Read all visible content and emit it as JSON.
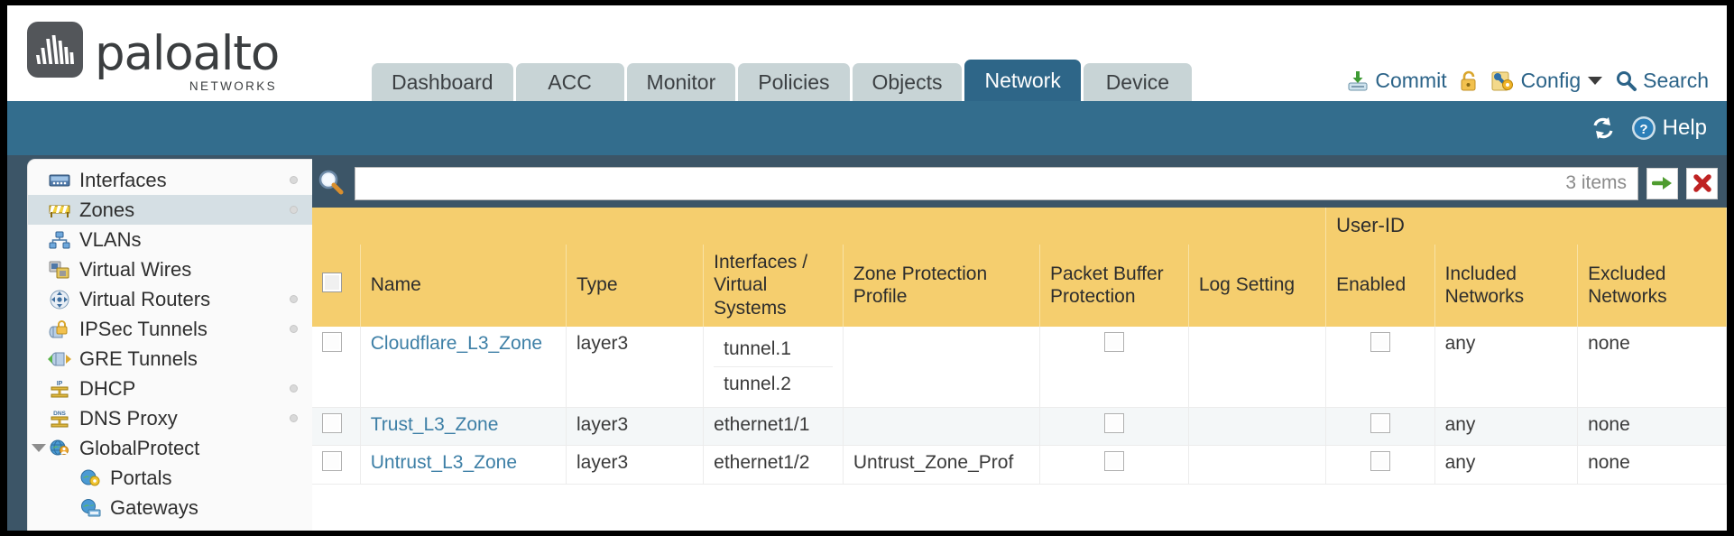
{
  "brand": {
    "name": "paloalto",
    "tagline": "NETWORKS"
  },
  "tabs": [
    {
      "label": "Dashboard",
      "active": false
    },
    {
      "label": "ACC",
      "active": false
    },
    {
      "label": "Monitor",
      "active": false
    },
    {
      "label": "Policies",
      "active": false
    },
    {
      "label": "Objects",
      "active": false
    },
    {
      "label": "Network",
      "active": true
    },
    {
      "label": "Device",
      "active": false
    }
  ],
  "header_tools": {
    "commit": "Commit",
    "lock": "",
    "config": "Config",
    "search": "Search"
  },
  "bluebar": {
    "help": "Help",
    "refresh": ""
  },
  "sidebar": {
    "items": [
      {
        "label": "Interfaces",
        "icon": "interfaces-icon",
        "selected": false,
        "dot": true,
        "child": false,
        "twisty": false
      },
      {
        "label": "Zones",
        "icon": "zones-icon",
        "selected": true,
        "dot": true,
        "child": false,
        "twisty": false
      },
      {
        "label": "VLANs",
        "icon": "vlans-icon",
        "selected": false,
        "dot": false,
        "child": false,
        "twisty": false
      },
      {
        "label": "Virtual Wires",
        "icon": "virtual-wires-icon",
        "selected": false,
        "dot": false,
        "child": false,
        "twisty": false
      },
      {
        "label": "Virtual Routers",
        "icon": "virtual-routers-icon",
        "selected": false,
        "dot": true,
        "child": false,
        "twisty": false
      },
      {
        "label": "IPSec Tunnels",
        "icon": "ipsec-tunnels-icon",
        "selected": false,
        "dot": true,
        "child": false,
        "twisty": false
      },
      {
        "label": "GRE Tunnels",
        "icon": "gre-tunnels-icon",
        "selected": false,
        "dot": false,
        "child": false,
        "twisty": false
      },
      {
        "label": "DHCP",
        "icon": "dhcp-icon",
        "selected": false,
        "dot": true,
        "child": false,
        "twisty": false
      },
      {
        "label": "DNS Proxy",
        "icon": "dns-proxy-icon",
        "selected": false,
        "dot": true,
        "child": false,
        "twisty": false
      },
      {
        "label": "GlobalProtect",
        "icon": "globalprotect-icon",
        "selected": false,
        "dot": false,
        "child": false,
        "twisty": true
      },
      {
        "label": "Portals",
        "icon": "portals-icon",
        "selected": false,
        "dot": false,
        "child": true,
        "twisty": false
      },
      {
        "label": "Gateways",
        "icon": "gateways-icon",
        "selected": false,
        "dot": false,
        "child": true,
        "twisty": false
      }
    ]
  },
  "search": {
    "value": "",
    "placeholder": "",
    "items_count": "3 items",
    "apply_icon": "green-arrow-icon",
    "clear_icon": "red-x-icon"
  },
  "table": {
    "group_header": "User-ID",
    "columns": [
      "Name",
      "Type",
      "Interfaces / Virtual Systems",
      "Zone Protection Profile",
      "Packet Buffer Protection",
      "Log Setting",
      "Enabled",
      "Included Networks",
      "Excluded Networks"
    ],
    "rows": [
      {
        "name": "Cloudflare_L3_Zone",
        "type": "layer3",
        "interfaces": [
          "tunnel.1",
          "tunnel.2"
        ],
        "zone_protection_profile": "",
        "packet_buffer_protection": false,
        "log_setting": "",
        "userid_enabled": false,
        "included_networks": "any",
        "excluded_networks": "none"
      },
      {
        "name": "Trust_L3_Zone",
        "type": "layer3",
        "interfaces": [
          "ethernet1/1"
        ],
        "zone_protection_profile": "",
        "packet_buffer_protection": false,
        "log_setting": "",
        "userid_enabled": false,
        "included_networks": "any",
        "excluded_networks": "none"
      },
      {
        "name": "Untrust_L3_Zone",
        "type": "layer3",
        "interfaces": [
          "ethernet1/2"
        ],
        "zone_protection_profile": "Untrust_Zone_Prof",
        "packet_buffer_protection": false,
        "log_setting": "",
        "userid_enabled": false,
        "included_networks": "any",
        "excluded_networks": "none"
      }
    ]
  },
  "colors": {
    "tab_active_bg": "#2e6688",
    "tab_bg": "#c8d4d6",
    "bluebar": "#336d8d",
    "header_amber": "#f5ce6e",
    "group_amber": "#e0b347",
    "link": "#3d7fa6",
    "selected_sidebar": "#d5dfe4"
  }
}
